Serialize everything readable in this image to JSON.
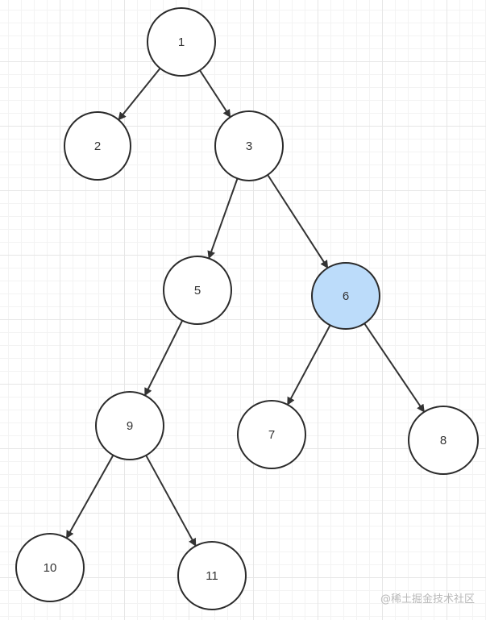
{
  "colors": {
    "edge": "#333333",
    "node_stroke": "#2b2b2b",
    "node_fill": "#ffffff",
    "highlight_fill": "#bcdcfa"
  },
  "nodes": [
    {
      "id": "1",
      "label": "1"
    },
    {
      "id": "2",
      "label": "2"
    },
    {
      "id": "3",
      "label": "3"
    },
    {
      "id": "5",
      "label": "5"
    },
    {
      "id": "6",
      "label": "6",
      "highlighted": true
    },
    {
      "id": "7",
      "label": "7"
    },
    {
      "id": "8",
      "label": "8"
    },
    {
      "id": "9",
      "label": "9"
    },
    {
      "id": "10",
      "label": "10"
    },
    {
      "id": "11",
      "label": "11"
    }
  ],
  "edges": [
    {
      "from": "1",
      "to": "2"
    },
    {
      "from": "1",
      "to": "3"
    },
    {
      "from": "3",
      "to": "5"
    },
    {
      "from": "3",
      "to": "6"
    },
    {
      "from": "5",
      "to": "9"
    },
    {
      "from": "6",
      "to": "7"
    },
    {
      "from": "6",
      "to": "8"
    },
    {
      "from": "9",
      "to": "10"
    },
    {
      "from": "9",
      "to": "11"
    }
  ],
  "watermark": "@稀土掘金技术社区"
}
